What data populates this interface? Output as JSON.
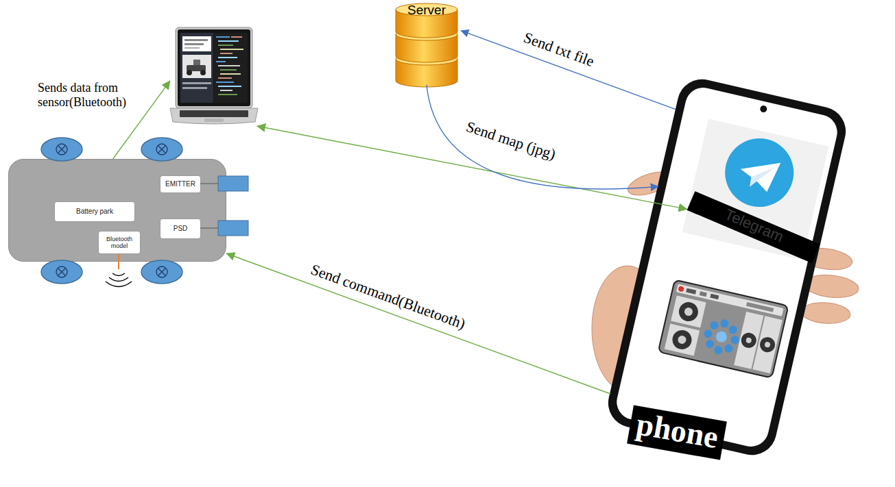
{
  "diagram": {
    "nodes": [
      {
        "text": []
      },
      {
        "text": [
          "Battery park"
        ],
        "in": 0
      },
      {
        "text": [
          "Bluetooth model"
        ],
        "in": 0
      },
      {
        "text": [
          "EMITTER"
        ],
        "in": 0
      },
      {
        "text": [
          "PSD"
        ],
        "in": 0
      },
      {
        "text": []
      },
      {
        "text": [
          "Server"
        ]
      },
      {
        "text": [
          "phone"
        ]
      },
      {
        "text": [
          "Telegram"
        ],
        "in": 7
      }
    ],
    "edges": [
      {
        "from": 0,
        "to": 5,
        "label": "Sends data from sensor(Bluetooth)",
        "arrow": "to"
      },
      {
        "from": 5,
        "to": 8,
        "arrow": "both"
      },
      {
        "from": 7,
        "to": 6,
        "label": "Send txt file",
        "arrow": "to"
      },
      {
        "from": 6,
        "to": 7,
        "label": "Send map (jpg)",
        "arrow": "to"
      },
      {
        "from": 7,
        "to": 0,
        "label": "Send command(Bluetooth)",
        "arrow": "to"
      }
    ]
  }
}
